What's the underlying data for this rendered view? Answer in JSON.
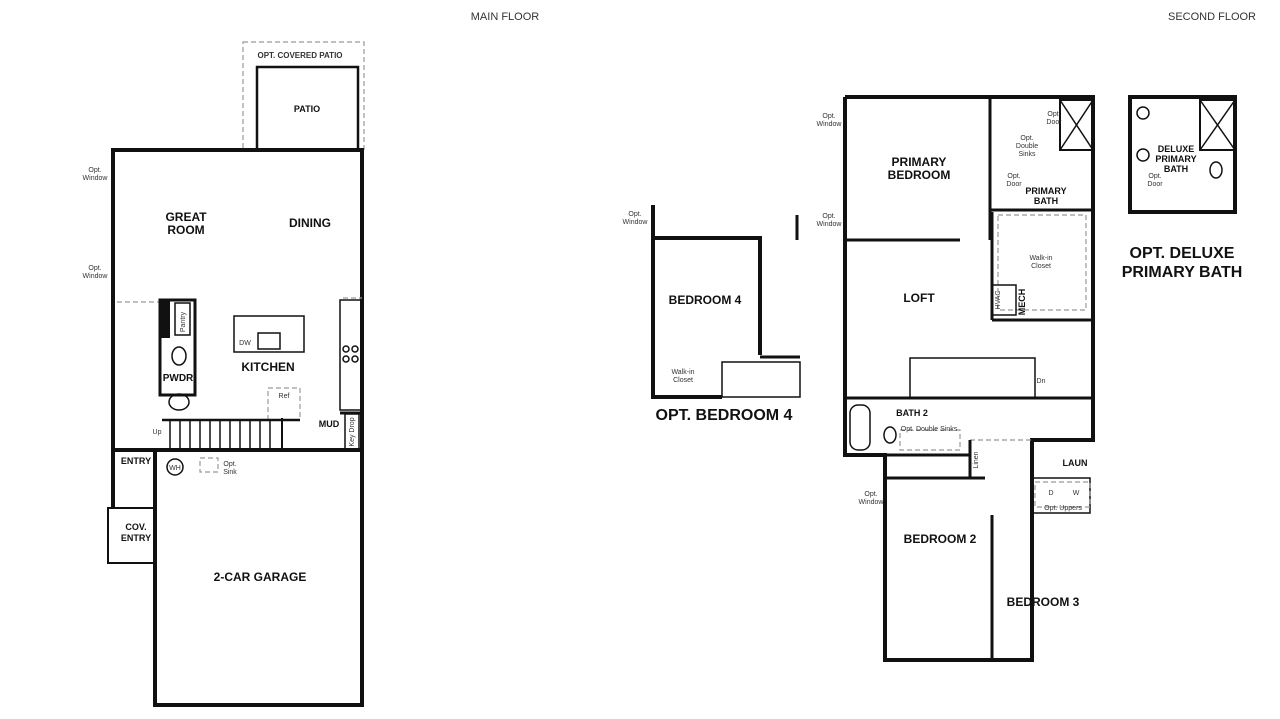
{
  "headings": {
    "main_floor": "MAIN FLOOR",
    "second_floor": "SECOND FLOOR"
  },
  "main_floor": {
    "opt_covered_patio": "OPT. COVERED PATIO",
    "patio": "PATIO",
    "great_room": [
      "GREAT",
      "ROOM"
    ],
    "dining": "DINING",
    "kitchen": "KITCHEN",
    "pantry": "Pantry",
    "dw": "DW",
    "pwdr": "PWDR",
    "ref": "Ref",
    "up": "Up",
    "mud": "MUD",
    "key_drop": "Key Drop",
    "entry": "ENTRY",
    "wh": "WH",
    "opt_sink": [
      "Opt.",
      "Sink"
    ],
    "cov_entry": [
      "COV.",
      "ENTRY"
    ],
    "garage": "2-CAR GARAGE",
    "opt_window": [
      "Opt.",
      "Window"
    ]
  },
  "opt_bedroom4": {
    "bedroom4": "BEDROOM 4",
    "walkin_closet": [
      "Walk-in",
      "Closet"
    ],
    "caption": "OPT. BEDROOM 4",
    "opt_window": [
      "Opt.",
      "Window"
    ]
  },
  "second_floor": {
    "primary_bedroom": [
      "PRIMARY",
      "BEDROOM"
    ],
    "primary_bath": [
      "PRIMARY",
      "BATH"
    ],
    "opt_door": [
      "Opt.",
      "Door"
    ],
    "opt_double_sinks": [
      "Opt.",
      "Double",
      "Sinks"
    ],
    "walkin_closet": [
      "Walk-in",
      "Closet"
    ],
    "loft": "LOFT",
    "hvac": "HVAC",
    "mech": "MECH",
    "dn": "Dn",
    "bath2": "BATH 2",
    "opt_double_sinks_2": "Opt. Double Sinks",
    "linen": "Linen",
    "laun": "LAUN",
    "dryer": "D",
    "washer": "W",
    "opt_uppers": "Opt. Uppers",
    "bedroom2": "BEDROOM 2",
    "bedroom3": "BEDROOM 3",
    "opt_window": [
      "Opt.",
      "Window"
    ]
  },
  "deluxe_bath": {
    "label": [
      "DELUXE",
      "PRIMARY",
      "BATH"
    ],
    "opt_door": [
      "Opt.",
      "Door"
    ],
    "caption": [
      "OPT. DELUXE",
      "PRIMARY BATH"
    ]
  }
}
